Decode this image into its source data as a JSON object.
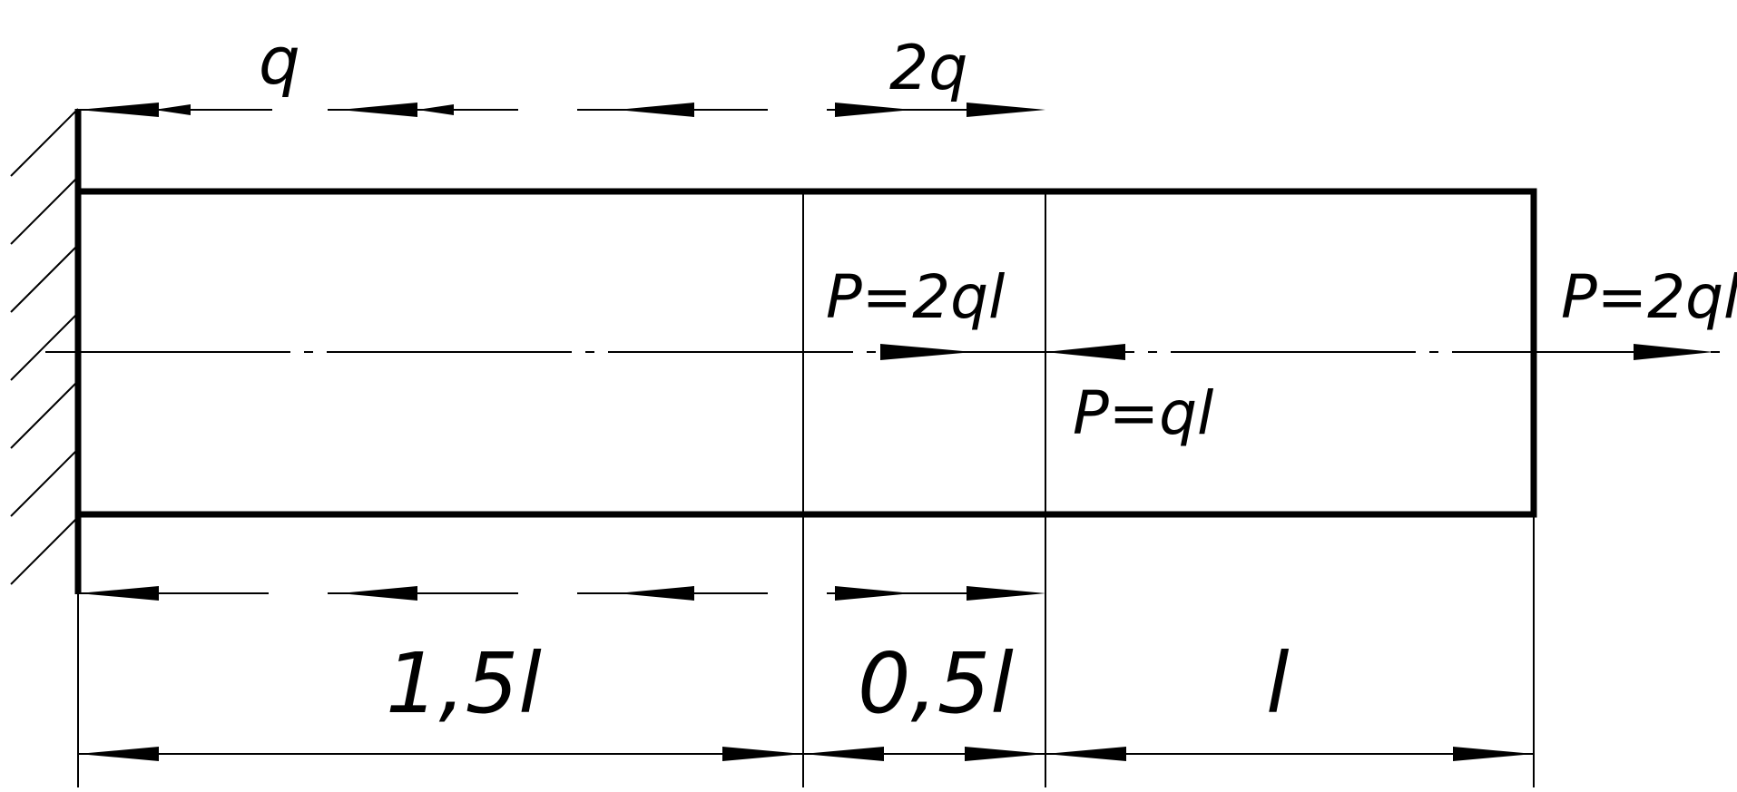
{
  "loads": {
    "distributed_left": "q",
    "distributed_right": "2q",
    "force_mid": "P=2ql",
    "force_reverse": "P=ql",
    "force_end": "P=2ql"
  },
  "dimensions": {
    "segment_1": "1,5l",
    "segment_2": "0,5l",
    "segment_3": "l"
  }
}
